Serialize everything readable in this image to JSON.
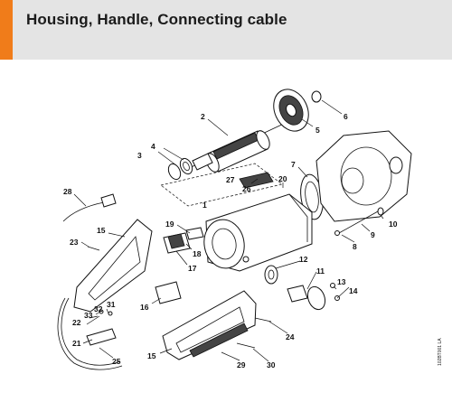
{
  "title": "Housing, Handle, Connecting cable",
  "accent_color": "#f07c1a",
  "header_bg": "#e4e4e4",
  "figure_code": "102BT001 LA",
  "labels": {
    "l1": "1",
    "l2": "2",
    "l3": "3",
    "l4": "4",
    "l5": "5",
    "l6": "6",
    "l7": "7",
    "l8": "8",
    "l9": "9",
    "l10": "10",
    "l11": "11",
    "l12": "12",
    "l13": "13",
    "l14": "14",
    "l15a": "15",
    "l15b": "15",
    "l16": "16",
    "l17": "17",
    "l18": "18",
    "l19": "19",
    "l20": "20",
    "l21": "21",
    "l22": "22",
    "l23": "23",
    "l24": "24",
    "l25": "25",
    "l26": "26",
    "l27": "27",
    "l28": "28",
    "l29": "29",
    "l30": "30",
    "l31": "31",
    "l32": "32",
    "l33": "33"
  }
}
